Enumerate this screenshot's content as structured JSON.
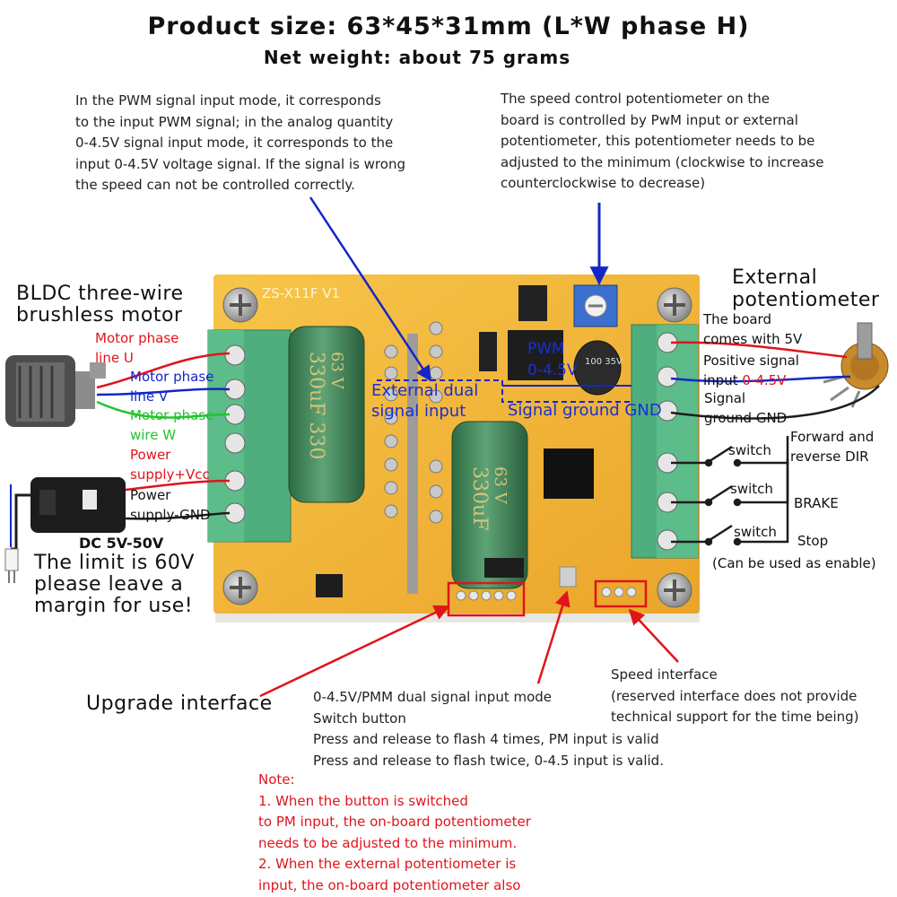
{
  "title": "Product size: 63*45*31mm (L*W phase H)",
  "subtitle": "Net weight: about 75 grams",
  "annotations": {
    "pwm_signal_note": "In the PWM signal input mode, it corresponds\nto the input PWM signal; in the analog quantity\n0-4.5V signal input mode, it corresponds to the\ninput 0-4.5V voltage signal. If the signal is wrong\nthe speed can not be controlled correctly.",
    "potentiometer_note": "The speed control potentiometer on the\nboard is controlled by PwM input or external\npotentiometer, this potentiometer needs to be\nadjusted to the minimum (clockwise to increase\ncounterclockwise to decrease)",
    "bldc_motor": "BLDC three-wire\nbrushless motor",
    "external_potentiometer": "External\npotentiometer",
    "board_5v": "The board\ncomes with 5V",
    "positive_signal": "Positive signal\ninput ",
    "positive_signal_range": "0-4.5V",
    "signal_ground": "Signal\nground GND",
    "forward_reverse": "Forward and\nreverse DIR",
    "switch_1": "switch",
    "switch_2": "switch",
    "switch_3": "switch",
    "brake": "BRAKE",
    "stop": "Stop",
    "enable_note": "(Can be used as enable)",
    "motor_u": "Motor phase\nline U",
    "motor_v": "Motor phase\nline V",
    "motor_w": "Motor phase\nwire W",
    "power_vcc": "Power\nsupply+Vcc",
    "power_gnd": "Power\nsupply-GND",
    "dc_range": "DC 5V-50V",
    "limit_note": "The limit is 60V\nplease leave a\nmargin for use!",
    "external_dual": "External dual\nsignal input",
    "signal_ground_gnd": "Signal ground GND",
    "upgrade_interface": "Upgrade interface",
    "mode_switch": "0-4.5V/PMM dual signal input mode\nSwitch button\nPress and release to flash 4 times, PM input is valid\nPress and release to flash twice, 0-4.5 input is valid.",
    "speed_interface": "Speed interface\n(reserved interface does not provide\ntechnical support for the time being)",
    "note": "Note:\n1. When the button is switched\nto PM input, the on-board potentiometer\nneeds to be adjusted to the minimum.\n2. When the external potentiometer is\ninput, the on-board potentiometer also"
  },
  "board": {
    "model": "ZS-X11F V1",
    "capacitor_1": "330uF 330",
    "capacitor_1_volt": "63 V",
    "capacitor_2": "330uF",
    "capacitor_2_volt": "63 V",
    "pwm_label": "PWM",
    "range_label": "0-4.5V",
    "small_cap": "100\n35V"
  },
  "colors": {
    "red": "#e0141b",
    "blue": "#1426c8",
    "green": "#22c42c",
    "pcb": "#f2b732",
    "terminal": "#4fae7e"
  }
}
